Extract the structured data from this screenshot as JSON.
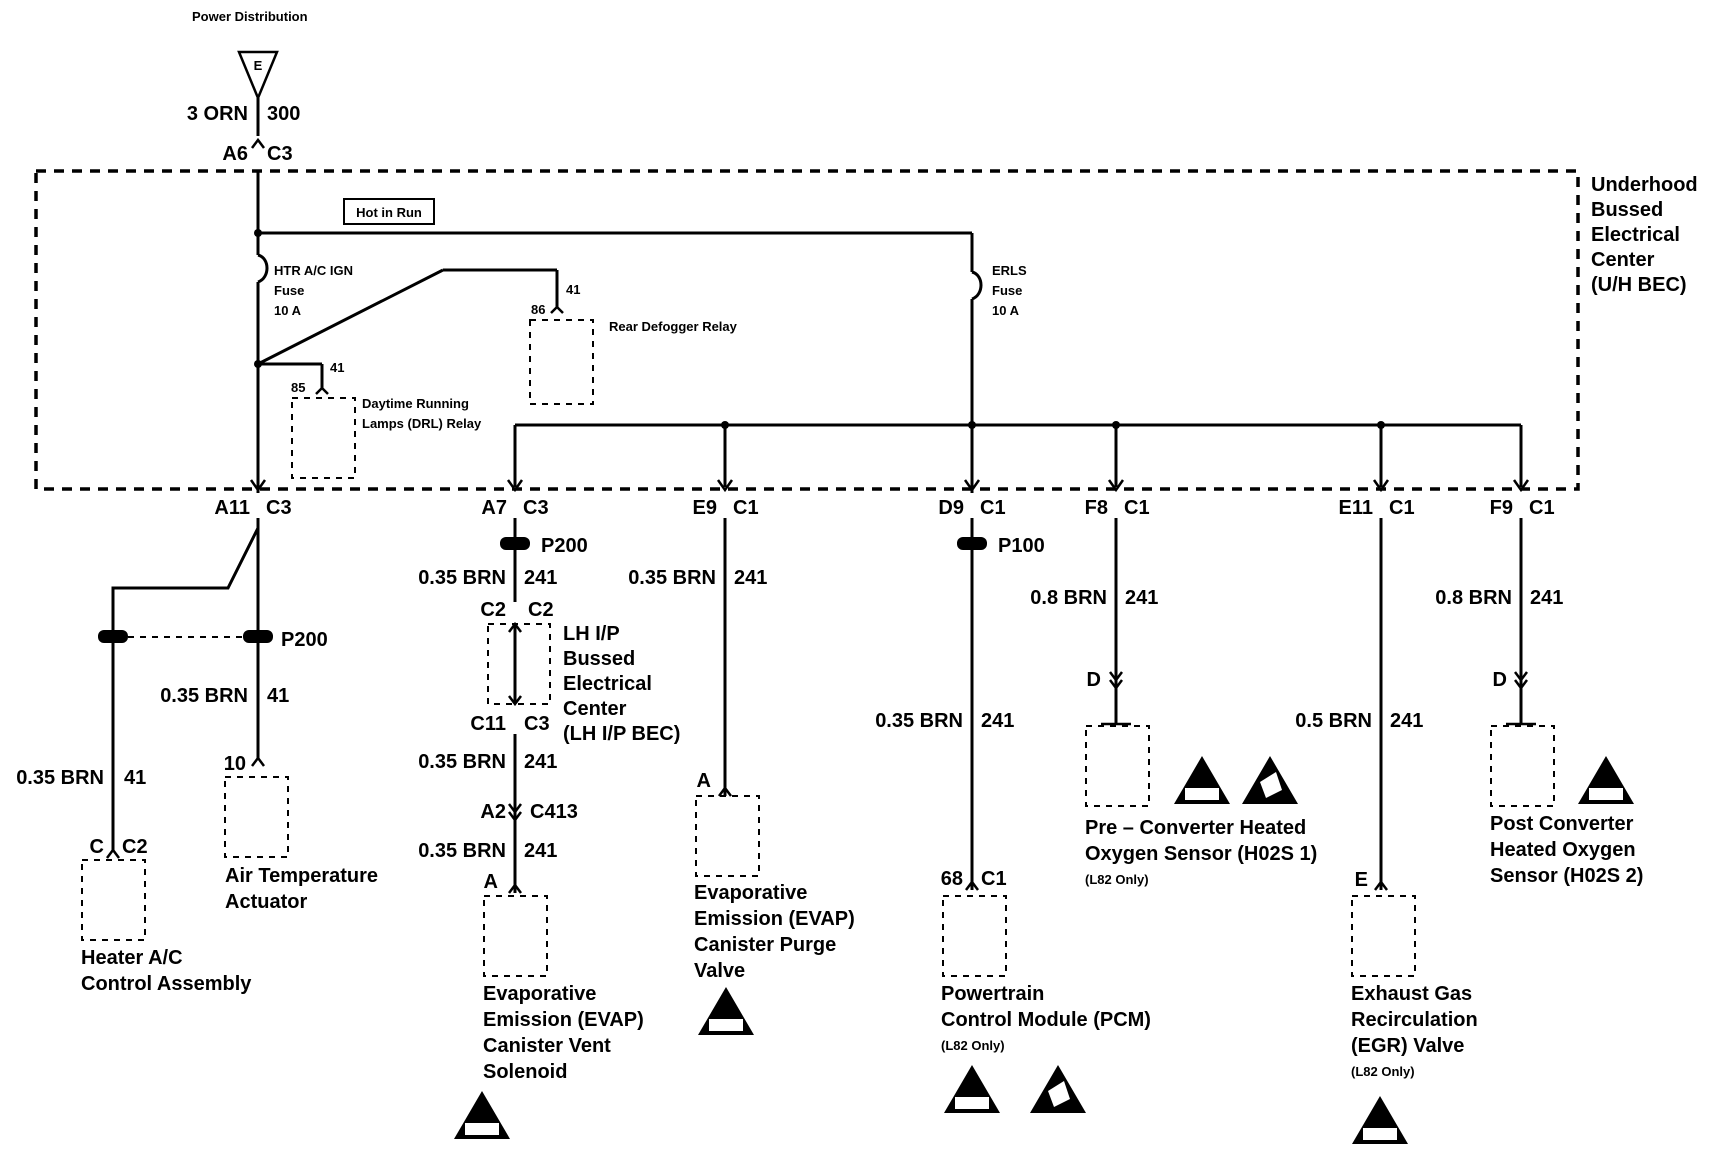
{
  "power": {
    "title": "Power Distribution",
    "terminal": "E",
    "wire_gauge_color": "3 ORN",
    "circuit": "300",
    "conn_pin": "A6",
    "conn_id": "C3"
  },
  "bec": {
    "name_lines": [
      "Underhood",
      "Bussed",
      "Electrical",
      "Center",
      "(U/H BEC)"
    ],
    "hot_label": "Hot in Run",
    "fuse1_lines": [
      "HTR A/C IGN",
      "Fuse",
      "10 A"
    ],
    "fuse2_lines": [
      "ERLS",
      "Fuse",
      "10 A"
    ],
    "defog_pin86": "86",
    "defog_pin41": "41",
    "defog_label": "Rear Defogger Relay",
    "drl_pin85": "85",
    "drl_pin41": "41",
    "drl_label_lines": [
      "Daytime Running",
      "Lamps (DRL) Relay"
    ]
  },
  "outputs": [
    {
      "pin": "A11",
      "conn": "C3"
    },
    {
      "pin": "A7",
      "conn": "C3"
    },
    {
      "pin": "E9",
      "conn": "C1"
    },
    {
      "pin": "D9",
      "conn": "C1"
    },
    {
      "pin": "F8",
      "conn": "C1"
    },
    {
      "pin": "E11",
      "conn": "C1"
    },
    {
      "pin": "F9",
      "conn": "C1"
    }
  ],
  "heater_branch": {
    "splice": "P200",
    "wire_a": "0.35 BRN",
    "circuit_a": "41",
    "wire_b": "0.35 BRN",
    "circuit_b": "41",
    "heater_pin": "C",
    "heater_conn": "C2",
    "heater_lines": [
      "Heater A/C",
      "Control Assembly"
    ],
    "actuator_pin": "10",
    "actuator_lines": [
      "Air Temperature",
      "Actuator"
    ]
  },
  "evap_vent_branch": {
    "splice": "P200",
    "wire1": "0.35 BRN",
    "circuit1": "241",
    "lhbec_top_left": "C2",
    "lhbec_top_right": "C2",
    "lhbec_lines": [
      "LH I/P",
      "Bussed",
      "Electrical",
      "Center",
      "(LH I/P BEC)"
    ],
    "lhbec_out_pin": "C11",
    "lhbec_out_conn": "C3",
    "wire2": "0.35 BRN",
    "circuit2": "241",
    "c413_pin": "A2",
    "c413_conn": "C413",
    "wire3": "0.35 BRN",
    "circuit3": "241",
    "comp_pin": "A",
    "comp_lines": [
      "Evaporative",
      "Emission (EVAP)",
      "Canister Vent",
      "Solenoid"
    ],
    "badge": "OBD II"
  },
  "evap_purge_branch": {
    "wire": "0.35 BRN",
    "circuit": "241",
    "comp_pin": "A",
    "comp_lines": [
      "Evaporative",
      "Emission (EVAP)",
      "Canister Purge",
      "Valve"
    ],
    "badge": "OBD II"
  },
  "pcm_branch": {
    "splice": "P100",
    "wire": "0.35 BRN",
    "circuit": "241",
    "comp_pin": "68",
    "comp_conn": "C1",
    "comp_lines": [
      "Powertrain",
      "Control Module (PCM)"
    ],
    "note": "(L82 Only)",
    "badge": "OBD II"
  },
  "ho2s1_branch": {
    "wire": "0.8 BRN",
    "circuit": "241",
    "comp_pin": "D",
    "comp_lines": [
      "Pre – Converter Heated",
      "Oxygen Sensor (H02S 1)"
    ],
    "note": "(L82 Only)",
    "badge": "OBD II"
  },
  "egr_branch": {
    "wire": "0.5 BRN",
    "circuit": "241",
    "comp_pin": "E",
    "comp_lines": [
      "Exhaust Gas",
      "Recirculation",
      "(EGR) Valve"
    ],
    "note": "(L82 Only)",
    "badge": "OBD II"
  },
  "ho2s2_branch": {
    "wire": "0.8 BRN",
    "circuit": "241",
    "comp_pin": "D",
    "comp_lines": [
      "Post Converter",
      "Heated Oxygen",
      "Sensor (H02S 2)"
    ],
    "badge": "OBD II"
  }
}
